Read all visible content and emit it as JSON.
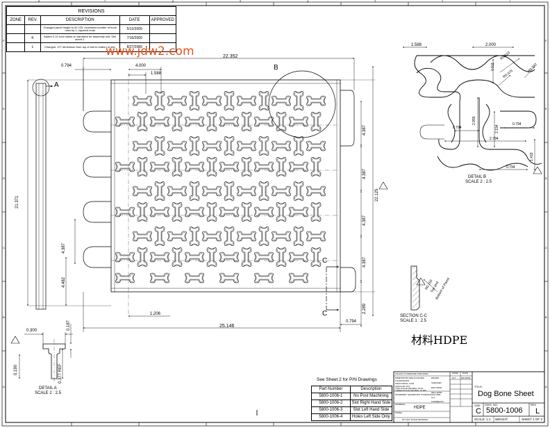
{
  "watermark": "www.jdw2.com",
  "revisions": {
    "title": "REVISIONS",
    "headers": {
      "zone": "ZONE",
      "rev": "REV.",
      "description": "DESCRIPTION",
      "date": "DATE",
      "approved": "APPROVED"
    },
    "rows": [
      {
        "rev": "",
        "description": "Changed panel height to 62.125, increased number of bone rows by 1, squared ends",
        "date": "5/12/2009"
      },
      {
        "rev": "K",
        "description": "Added 0.10 inch radius on transition for assembly slot. See sheet 2.",
        "date": "7/16/2009"
      },
      {
        "rev": "L",
        "description": "Changed .377 dimension from top of slot to bottom of slot.",
        "date": "8/27/2009"
      }
    ]
  },
  "border": {
    "zone_letters": [
      "F",
      "E",
      "D",
      "C",
      "B",
      "A"
    ],
    "zone_numbers": [
      "8",
      "7",
      "6",
      "5",
      "4",
      "3",
      "2",
      "1"
    ]
  },
  "main_view": {
    "callouts": {
      "detail_a": "A",
      "detail_b": "B",
      "section_c1": "C",
      "section_c2": "C"
    },
    "dims": {
      "width_total": "22.352",
      "left_offset": "0.794",
      "dim_4000": "4.000",
      "dim_1588": "1.588",
      "height_total": "21.371",
      "height_right": "22.125",
      "row_a": "4.387",
      "row_b": "4.387",
      "row_c": "4.387",
      "row_d": "4.387",
      "left_4387": "4.387",
      "left_4482": "4.482",
      "bottom_1206": "1.206",
      "bottom_25146": "25.146",
      "bottom_0794": "0.794",
      "right_2289": "2.289"
    }
  },
  "detail_b": {
    "label": "DETAIL B",
    "scale": "SCALE 2 : 2.5",
    "dims": {
      "d1588": "1.588",
      "d2000": "2.000",
      "d0511": "0.511",
      "r0510": "R0.510",
      "r0375": "R0.375",
      "r0542": "R0.542",
      "d2955": "2.955",
      "d2194": "2.194",
      "d0794a": "0.794",
      "d0794b": "0.794",
      "d2794": "2.794",
      "d0794c": "0.794",
      "d1433": "1.433"
    }
  },
  "section_cc": {
    "label": "SECTION C-C",
    "scale": "SCALE 1 : 2.5",
    "note_r": "R0.150",
    "note_1": "Top and",
    "note_2": "Bottom of Panel"
  },
  "detail_a": {
    "label": "DETAIL A",
    "scale": "SCALE 2 : 2.5",
    "dims": {
      "d0300": "0.300",
      "d0187": "0.187",
      "d0190": "0.190",
      "d0377": "0.377 REF"
    }
  },
  "material_cn": "材料HDPE",
  "see_sheet": "See Sheet 2 for P/N Drawings",
  "part_table": {
    "headers": [
      "Part Number",
      "Description"
    ],
    "rows": [
      [
        "5800-1006-1",
        "No Post Machining"
      ],
      [
        "5800-1006-2",
        "Slot Right Hand Side"
      ],
      [
        "5800-1006-3",
        "Slot Left Hand Side"
      ],
      [
        "5800-1006-4",
        "Holes Left Side Only"
      ]
    ]
  },
  "title_block": {
    "unless": "UNLESS OTHERWISE SPECIFIED:",
    "dims_note": "DIMENSIONS ARE IN INCHES",
    "tol": "TOLERANCES:",
    "frac": "FRACTIONAL ±1/16",
    "ang": "ANGULAR ±0.5",
    "two_place": "TWO PLACE DECIMAL ±0.01",
    "three_place": "THREE PLACE DECIMAL ±0.005",
    "interpret": "INTERPRET GEOMETRIC TOLERANCING PER:",
    "material_label": "MATERIAL",
    "material": "HDPE",
    "finish": "FINISH",
    "do_not_scale": "DO NOT SCALE DRAWING",
    "name_label": "NAME",
    "date_label": "DATE",
    "drawn": "DRAWN",
    "drawn_by": "M.T.",
    "drawn_date": "8/27/2009",
    "checked": "CHECKED",
    "eng_appr": "ENG APPR.",
    "mfg_appr": "MFG APPR.",
    "qa": "Q.A.",
    "comments": "COMMENTS:",
    "title_label": "TITLE:",
    "title": "Dog Bone Sheet",
    "size_label": "SIZE",
    "size": "C",
    "dwg_label": "DWG. NO.",
    "dwg_no": "5800-1006",
    "rev_label": "REV",
    "rev": "L",
    "scale": "SCALE: 1:1",
    "weight": "WEIGHT:",
    "sheet": "SHEET 1 OF 3"
  }
}
